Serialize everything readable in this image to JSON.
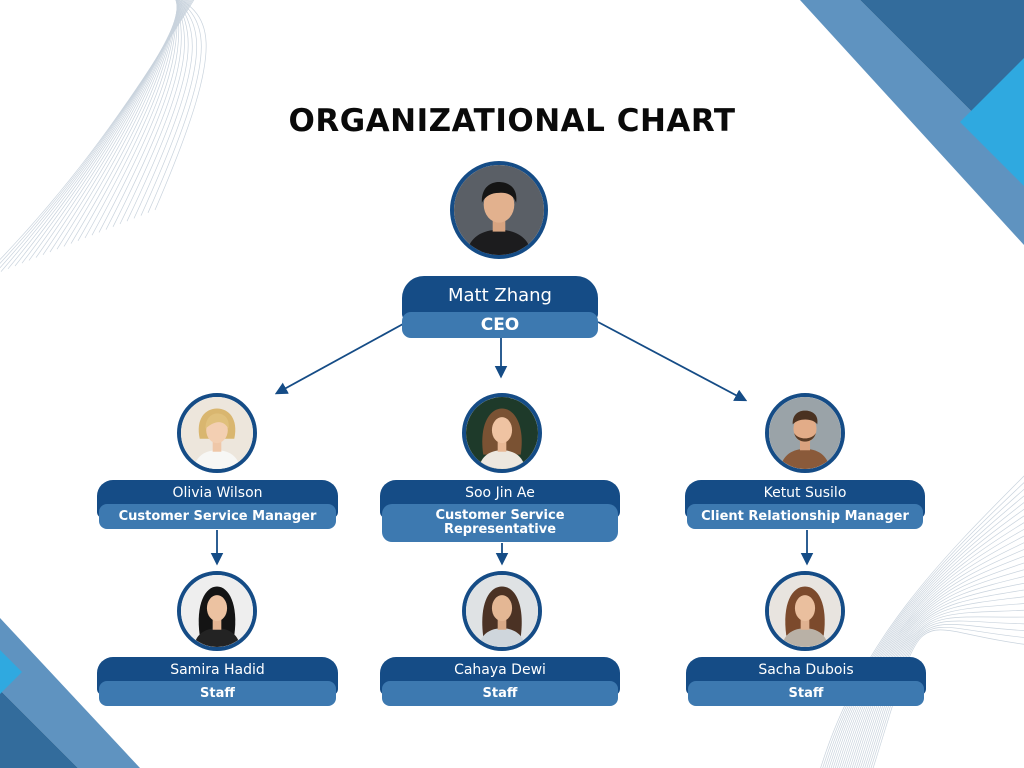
{
  "title": "ORGANIZATIONAL CHART",
  "colors": {
    "navy": "#154c86",
    "steel": "#3d79b0",
    "accent_blue": "#2fa9e0",
    "deco_blue": "#5f93c0",
    "deco_dark": "#336c9c"
  },
  "ceo": {
    "name": "Matt Zhang",
    "role": "CEO",
    "photo": "man-portrait"
  },
  "managers": [
    {
      "name": "Olivia Wilson",
      "role": "Customer Service Manager",
      "photo": "woman-blonde-portrait"
    },
    {
      "name": "Soo Jin Ae",
      "role": "Customer Service Representative",
      "photo": "woman-brunette-portrait"
    },
    {
      "name": "Ketut Susilo",
      "role": "Client Relationship Manager",
      "photo": "man-bearded-portrait"
    }
  ],
  "staff": [
    {
      "name": "Samira Hadid",
      "role": "Staff",
      "photo": "woman-dark-hair-portrait"
    },
    {
      "name": "Cahaya Dewi",
      "role": "Staff",
      "photo": "woman-long-hair-portrait"
    },
    {
      "name": "Sacha Dubois",
      "role": "Staff",
      "photo": "woman-auburn-portrait"
    }
  ]
}
